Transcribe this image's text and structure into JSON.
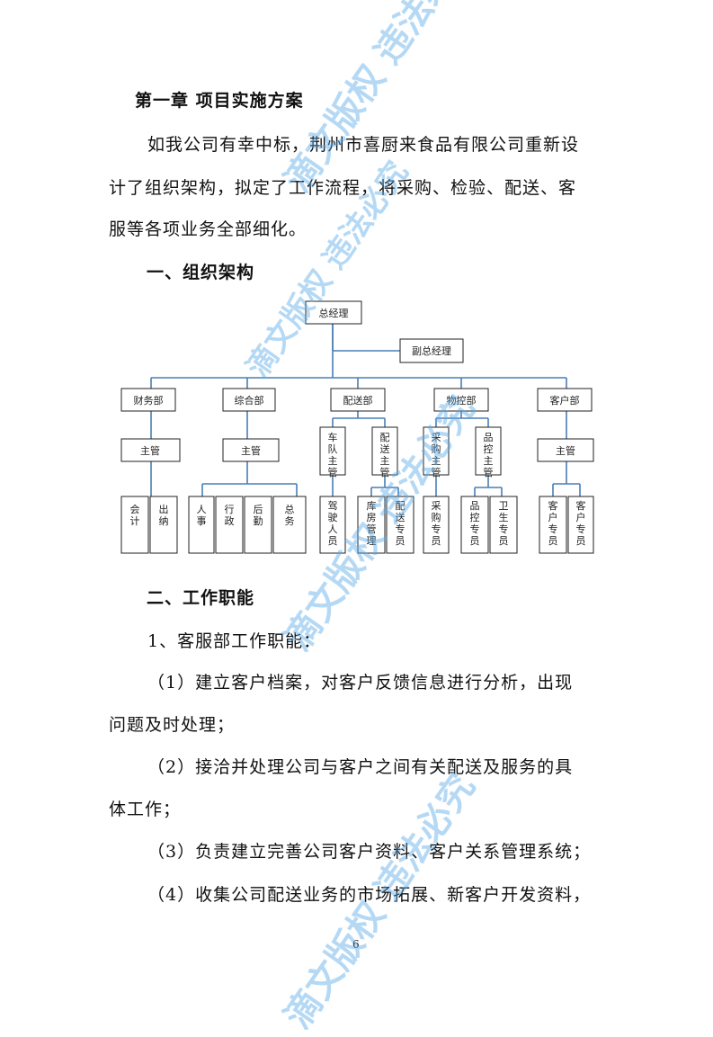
{
  "chapter_title": "第一章  项目实施方案",
  "intro": {
    "line1": "如我公司有幸中标，荆州市喜厨来食品有限公司重新设",
    "line2": "计了组织架构，拟定了工作流程，将采购、检验、配送、客",
    "line3": "服等各项业务全部细化。"
  },
  "section1_heading": "一、组织架构",
  "org_chart": {
    "top": "总经理",
    "deputy": "副总经理",
    "departments": [
      "财务部",
      "综合部",
      "配送部",
      "物控部",
      "客户部"
    ],
    "supervisors": {
      "finance": "主管",
      "general": "主管",
      "fleet": "车队主管",
      "dispatch": "配送主管",
      "purchase": "采购主管",
      "quality": "品控主管",
      "customer": "主管"
    },
    "staff": {
      "accounting": "会计",
      "cashier": "出纳",
      "hr": "人事",
      "admin": "行政",
      "logistics": "后勤",
      "general_affairs": "总务",
      "driver": "驾驶人员",
      "warehouse": "库房管理",
      "delivery": "配送专员",
      "buyer": "采购专员",
      "qc": "品控专员",
      "hygiene": "卫生专员",
      "cs1": "客户专员",
      "cs2": "客户专员"
    }
  },
  "section2_heading": "二、工作职能",
  "subsection1": "1、客服部工作职能：",
  "items": {
    "i1a": "（1）建立客户档案，对客户反馈信息进行分析，出现",
    "i1b": "问题及时处理；",
    "i2a": "（2）接洽并处理公司与客户之间有关配送及服务的具",
    "i2b": "体工作；",
    "i3": "（3）负责建立完善公司客户资料、客户关系管理系统；",
    "i4": "（4）收集公司配送业务的市场拓展、新客户开发资料，"
  },
  "page_number": "6",
  "watermark": "滴文版权  违法必究"
}
